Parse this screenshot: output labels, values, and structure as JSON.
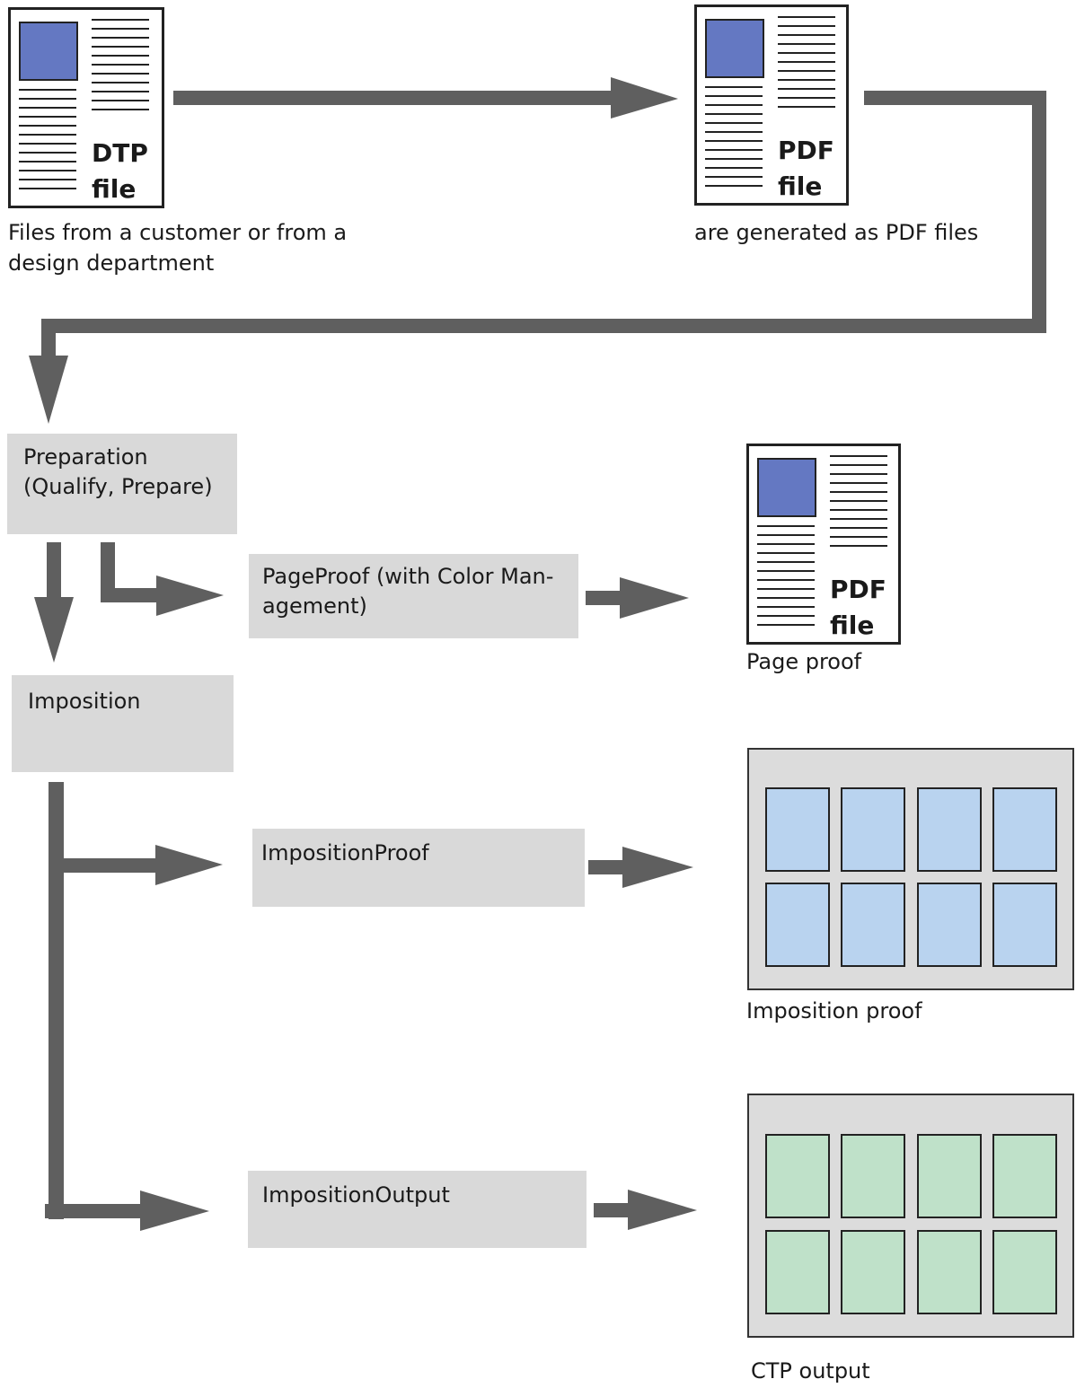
{
  "documents": {
    "dtp": {
      "tag_line1": "DTP",
      "tag_line2": "file",
      "caption": "Files from a customer or from a\ndesign department"
    },
    "pdf": {
      "tag_line1": "PDF",
      "tag_line2": "file",
      "caption": "are generated as PDF files"
    },
    "page_proof": {
      "tag_line1": "PDF",
      "tag_line2": "file",
      "caption": "Page proof"
    }
  },
  "processes": {
    "preparation": "Preparation\n(Qualify, Prepare)",
    "pageproof": "PageProof (with Color Man-\nagement)",
    "imposition": "Imposition",
    "impositionproof": "ImpositionProof",
    "impositionoutput": "ImpositionOutput"
  },
  "outputs": {
    "imposition_proof": {
      "caption": "Imposition proof",
      "tile_color": "#b9d3ef"
    },
    "ctp_output": {
      "caption": "CTP output",
      "tile_color": "#bfe1c9"
    }
  },
  "colors": {
    "arrow": "#5f5f5f",
    "box_fill": "#d9d9d9",
    "page_image": "#6478c2",
    "sheet": "#dcdcdc"
  }
}
